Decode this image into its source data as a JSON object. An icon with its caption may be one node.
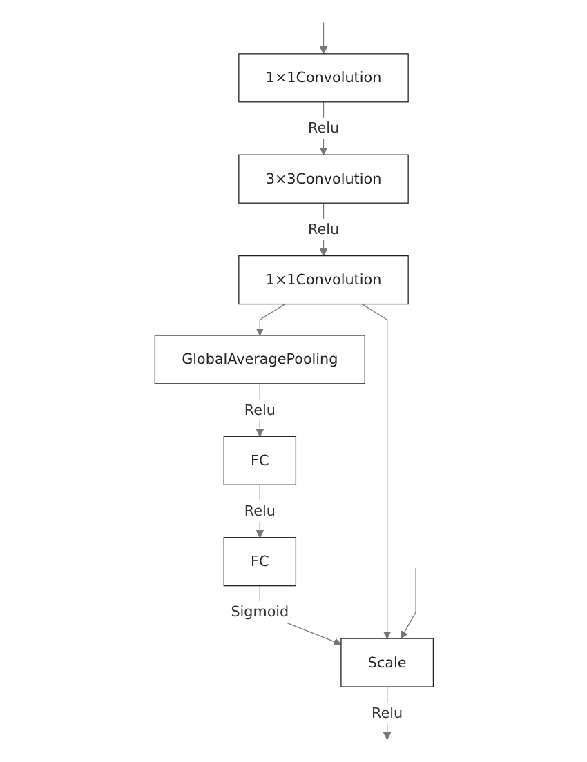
{
  "diagram": {
    "nodes": [
      {
        "text": [
          "1×1Convolution"
        ]
      },
      {
        "text": [
          "3×3Convolution"
        ]
      },
      {
        "text": [
          "1×1Convolution"
        ]
      },
      {
        "text": [
          "GlobalAveragePooling"
        ]
      },
      {
        "text": [
          "FC"
        ]
      },
      {
        "text": [
          "FC"
        ]
      },
      {
        "text": [
          "Scale"
        ]
      }
    ],
    "edges": [
      {
        "from": null,
        "to": 0,
        "arrow": "to"
      },
      {
        "from": 0,
        "to": 1,
        "arrow": "to",
        "label": "Relu"
      },
      {
        "from": 1,
        "to": 2,
        "arrow": "to",
        "label": "Relu"
      },
      {
        "from": 2,
        "to": 3,
        "arrow": "to"
      },
      {
        "from": 3,
        "to": 4,
        "arrow": "to",
        "label": "Relu"
      },
      {
        "from": 4,
        "to": 5,
        "arrow": "to",
        "label": "Relu"
      },
      {
        "from": 5,
        "to": 6,
        "arrow": "to",
        "label": "Sigmoid"
      },
      {
        "from": 2,
        "to": 6,
        "arrow": "to"
      },
      {
        "from": 6,
        "to": null,
        "arrow": "to",
        "label": "Relu"
      },
      {
        "from": null,
        "to": 6,
        "arrow": "to"
      }
    ]
  }
}
